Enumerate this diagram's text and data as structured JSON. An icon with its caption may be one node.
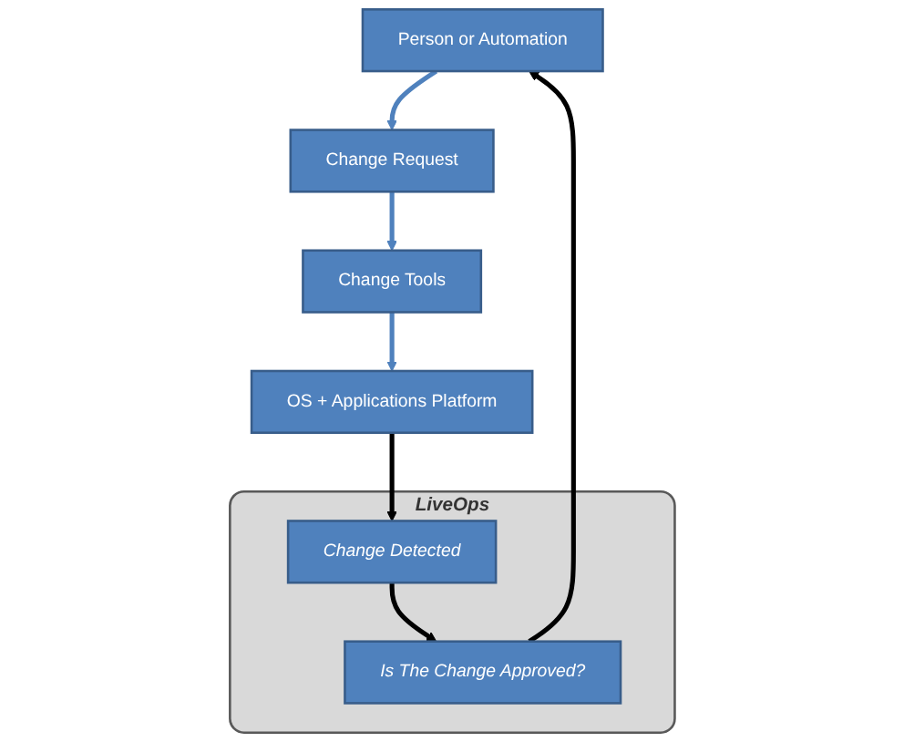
{
  "diagram": {
    "nodes": [
      {
        "text": [
          "Person or Automation"
        ]
      },
      {
        "text": [
          "Change Request"
        ]
      },
      {
        "text": [
          "Change Tools"
        ]
      },
      {
        "text": [
          "OS + Applications Platform"
        ]
      },
      {
        "text": [
          "LiveOps"
        ]
      },
      {
        "text": [
          "Is The Change Approved?"
        ],
        "in": 4
      },
      {
        "text": [
          "Change Detected"
        ],
        "in": 4
      }
    ],
    "edges": [
      {
        "from": 0,
        "to": 1,
        "arrow": "to"
      },
      {
        "from": 1,
        "to": 2,
        "arrow": "to"
      },
      {
        "from": 2,
        "to": 3,
        "arrow": "to"
      },
      {
        "from": 3,
        "to": 6,
        "arrow": "to",
        "color": "#000000"
      },
      {
        "from": 6,
        "to": 5,
        "arrow": "to",
        "color": "#000000"
      },
      {
        "from": 5,
        "to": 0,
        "arrow": "to",
        "color": "#000000"
      }
    ]
  }
}
